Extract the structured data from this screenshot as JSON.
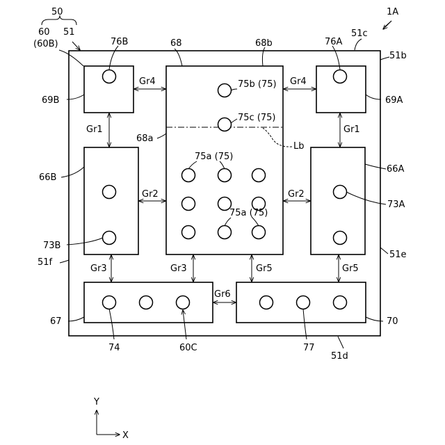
{
  "labels": {
    "figure_ref": "1A",
    "group_50": "50",
    "group_60": "60",
    "group_51": "51",
    "group_60b": "(60B)",
    "edge_51c": "51c",
    "edge_51b": "51b",
    "edge_51e": "51e",
    "edge_51f": "51f",
    "edge_51d": "51d",
    "part_68": "68",
    "part_68b": "68b",
    "part_68a": "68a",
    "part_76A": "76A",
    "part_76B": "76B",
    "part_69A": "69A",
    "part_69B": "69B",
    "part_66A": "66A",
    "part_66B": "66B",
    "part_73A": "73A",
    "part_73B": "73B",
    "part_67": "67",
    "part_70": "70",
    "part_74": "74",
    "part_60C": "60C",
    "part_77": "77",
    "hole_75b": "75b (75)",
    "hole_75c": "75c (75)",
    "hole_75a_top": "75a (75)",
    "hole_75a_mid": "75a (75)",
    "line_Lb": "Lb",
    "gap_gr4_left": "Gr4",
    "gap_gr4_right": "Gr4",
    "gap_gr1_left": "Gr1",
    "gap_gr1_right": "Gr1",
    "gap_gr2_left": "Gr2",
    "gap_gr2_right": "Gr2",
    "gap_gr3_left": "Gr3",
    "gap_gr3_mid": "Gr3",
    "gap_gr5_mid": "Gr5",
    "gap_gr5_right": "Gr5",
    "gap_gr6": "Gr6",
    "axis_y": "Y",
    "axis_x": "X"
  }
}
